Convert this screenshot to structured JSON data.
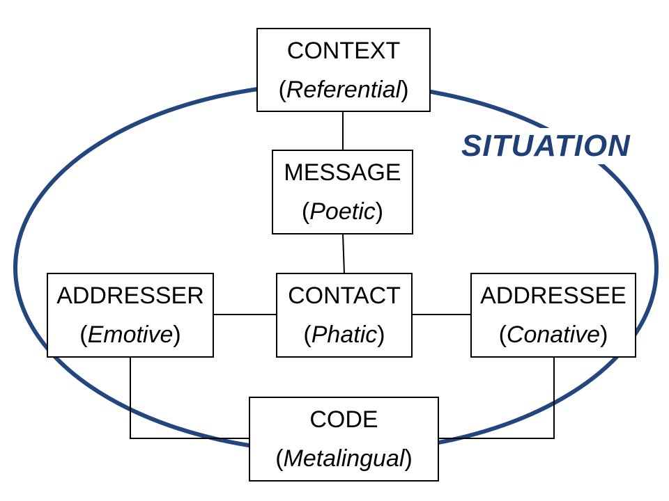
{
  "situation_label": "SITUATION",
  "colors": {
    "ellipse": "#24467f",
    "label": "#1f3f77",
    "box_border": "#000000",
    "connector": "#000000"
  },
  "factors": {
    "context": {
      "name": "CONTEXT",
      "function": "Referential"
    },
    "message": {
      "name": "MESSAGE",
      "function": "Poetic"
    },
    "addresser": {
      "name": "ADDRESSER",
      "function": "Emotive"
    },
    "contact": {
      "name": "CONTACT",
      "function": "Phatic"
    },
    "addressee": {
      "name": "ADDRESSEE",
      "function": "Conative"
    },
    "code": {
      "name": "CODE",
      "function": "Metalingual"
    }
  }
}
